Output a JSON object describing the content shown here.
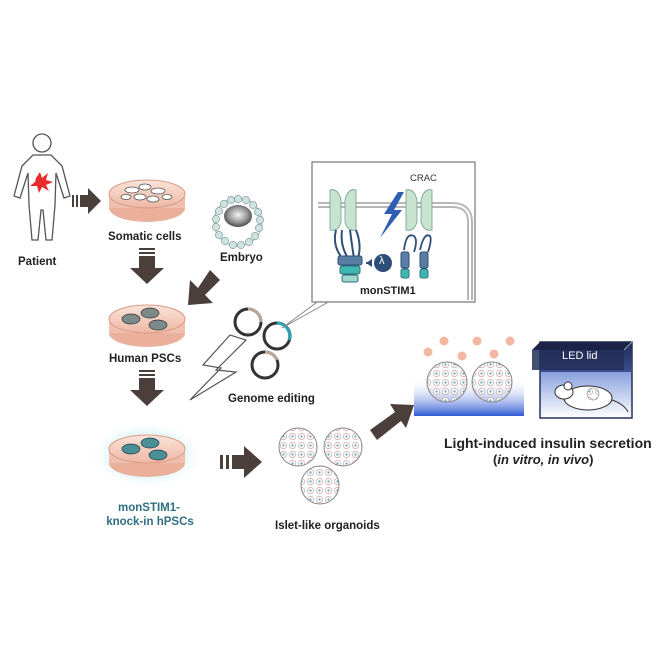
{
  "labels": {
    "patient": "Patient",
    "somatic_cells": "Somatic cells",
    "embryo": "Embryo",
    "human_pscs": "Human PSCs",
    "genome_editing": "Genome editing",
    "knockin_line1": "monSTIM1-",
    "knockin_line2": "knock-in hPSCs",
    "islet_organoids": "Islet-like organoids",
    "crac": "CRAC",
    "monstim1": "monSTIM1",
    "lambda": "λ",
    "led_lid": "LED lid",
    "light_secretion": "Light-induced insulin secretion",
    "in_vitro_in_vivo_open": "(",
    "in_vitro_in_vivo": "in vitro, in vivo",
    "in_vitro_in_vivo_close": ")"
  },
  "colors": {
    "arrow": "#4a3f3a",
    "teal_text": "#2f6f84",
    "dish_pink": "#f3c9b8",
    "dish_rim": "#e8a993",
    "membrane": "#b7d8c6",
    "monstim_blue": "#2d4f7a",
    "monstim_teal": "#3fb7b0",
    "light_blue": "#3a63c9",
    "insulin_dots": "#f1b9a3",
    "led_box": "#25305a",
    "red_lesion": "#e82b2b"
  }
}
